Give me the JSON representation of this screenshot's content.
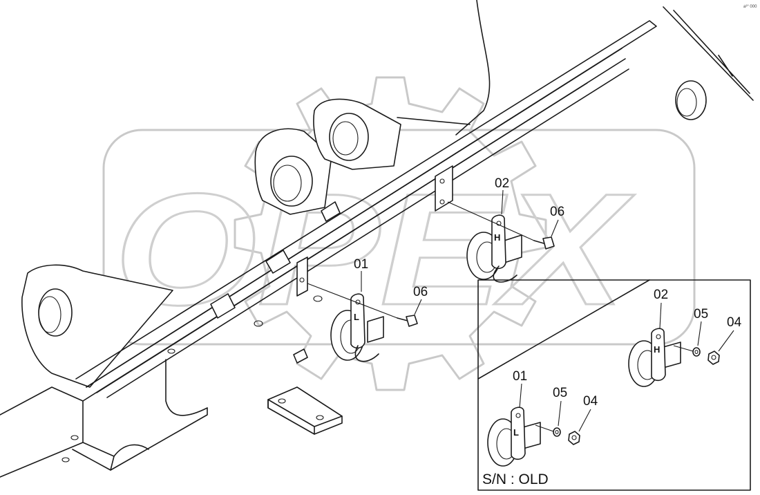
{
  "watermark": {
    "text": "OPEX"
  },
  "callouts": {
    "c01_main": "01",
    "c02_main": "02",
    "c06_a": "06",
    "c06_b": "06",
    "c01_inset": "01",
    "c02_inset": "02",
    "c05_a": "05",
    "c05_b": "05",
    "c04_a": "04",
    "c04_b": "04"
  },
  "horn_letters": {
    "low": "L",
    "high": "H"
  },
  "inset": {
    "label": "S/N : OLD"
  },
  "corner_mark": "a³° 000"
}
